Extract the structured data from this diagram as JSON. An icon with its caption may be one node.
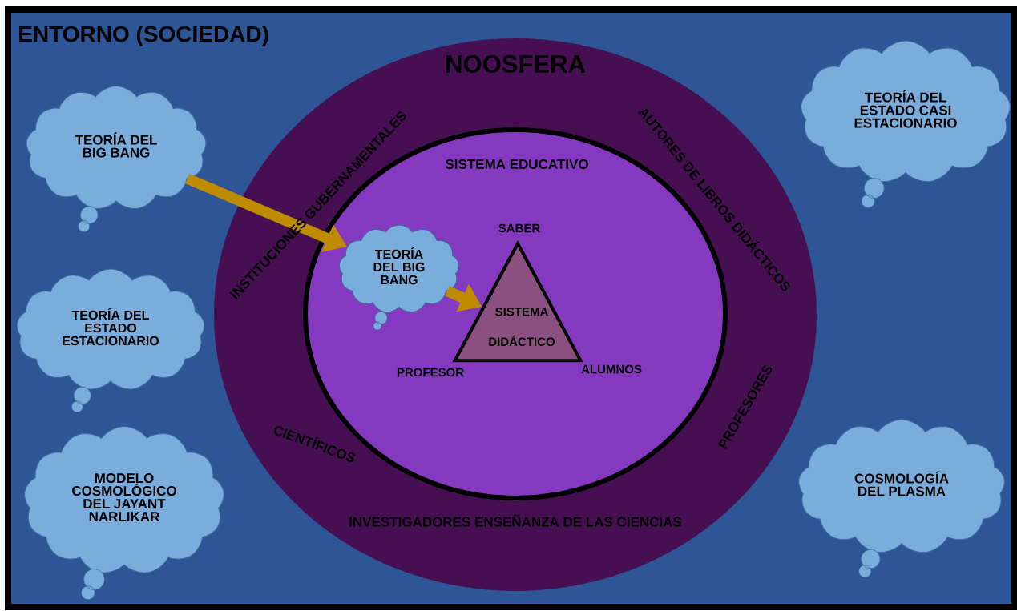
{
  "diagram": {
    "nodes": [
      {
        "text": [
          "ENTORNO (SOCIEDAD)"
        ]
      },
      {
        "text": [
          "NOOSFERA",
          "INSTITUCIONES GUBERNAMENTALES",
          "AUTORES DE LIBROS DIDÁCTICOS",
          "CIENTÍFICOS",
          "PROFESORES",
          "INVESTIGADORES ENSEÑANZA DE LAS CIENCIAS"
        ],
        "in": 0
      },
      {
        "text": [
          "SISTEMA EDUCATIVO"
        ],
        "in": 1
      },
      {
        "text": [
          "TEORÍA DEL BIG BANG"
        ],
        "in": 0
      },
      {
        "text": [
          "TEORÍA DEL ESTADO ESTACIONARIO"
        ],
        "in": 0
      },
      {
        "text": [
          "MODELO COSMOLÓGICO DEL JAYANT NARLIKAR"
        ],
        "in": 0
      },
      {
        "text": [
          "TEORÍA DEL ESTADO CASI ESTACIONARIO"
        ],
        "in": 0
      },
      {
        "text": [
          "COSMOLOGÍA DEL PLASMA"
        ],
        "in": 0
      },
      {
        "text": [
          "TEORÍA DEL BIG BANG"
        ],
        "in": 2
      },
      {
        "text": [
          "SISTEMA DIDÁCTICO"
        ],
        "beside": [
          "SABER",
          "PROFESOR",
          "ALUMNOS"
        ],
        "in": 2
      }
    ],
    "edges": [
      {
        "from": 3,
        "to": 8,
        "arrow": "to"
      },
      {
        "from": 8,
        "to": 9,
        "arrow": "to"
      }
    ]
  }
}
